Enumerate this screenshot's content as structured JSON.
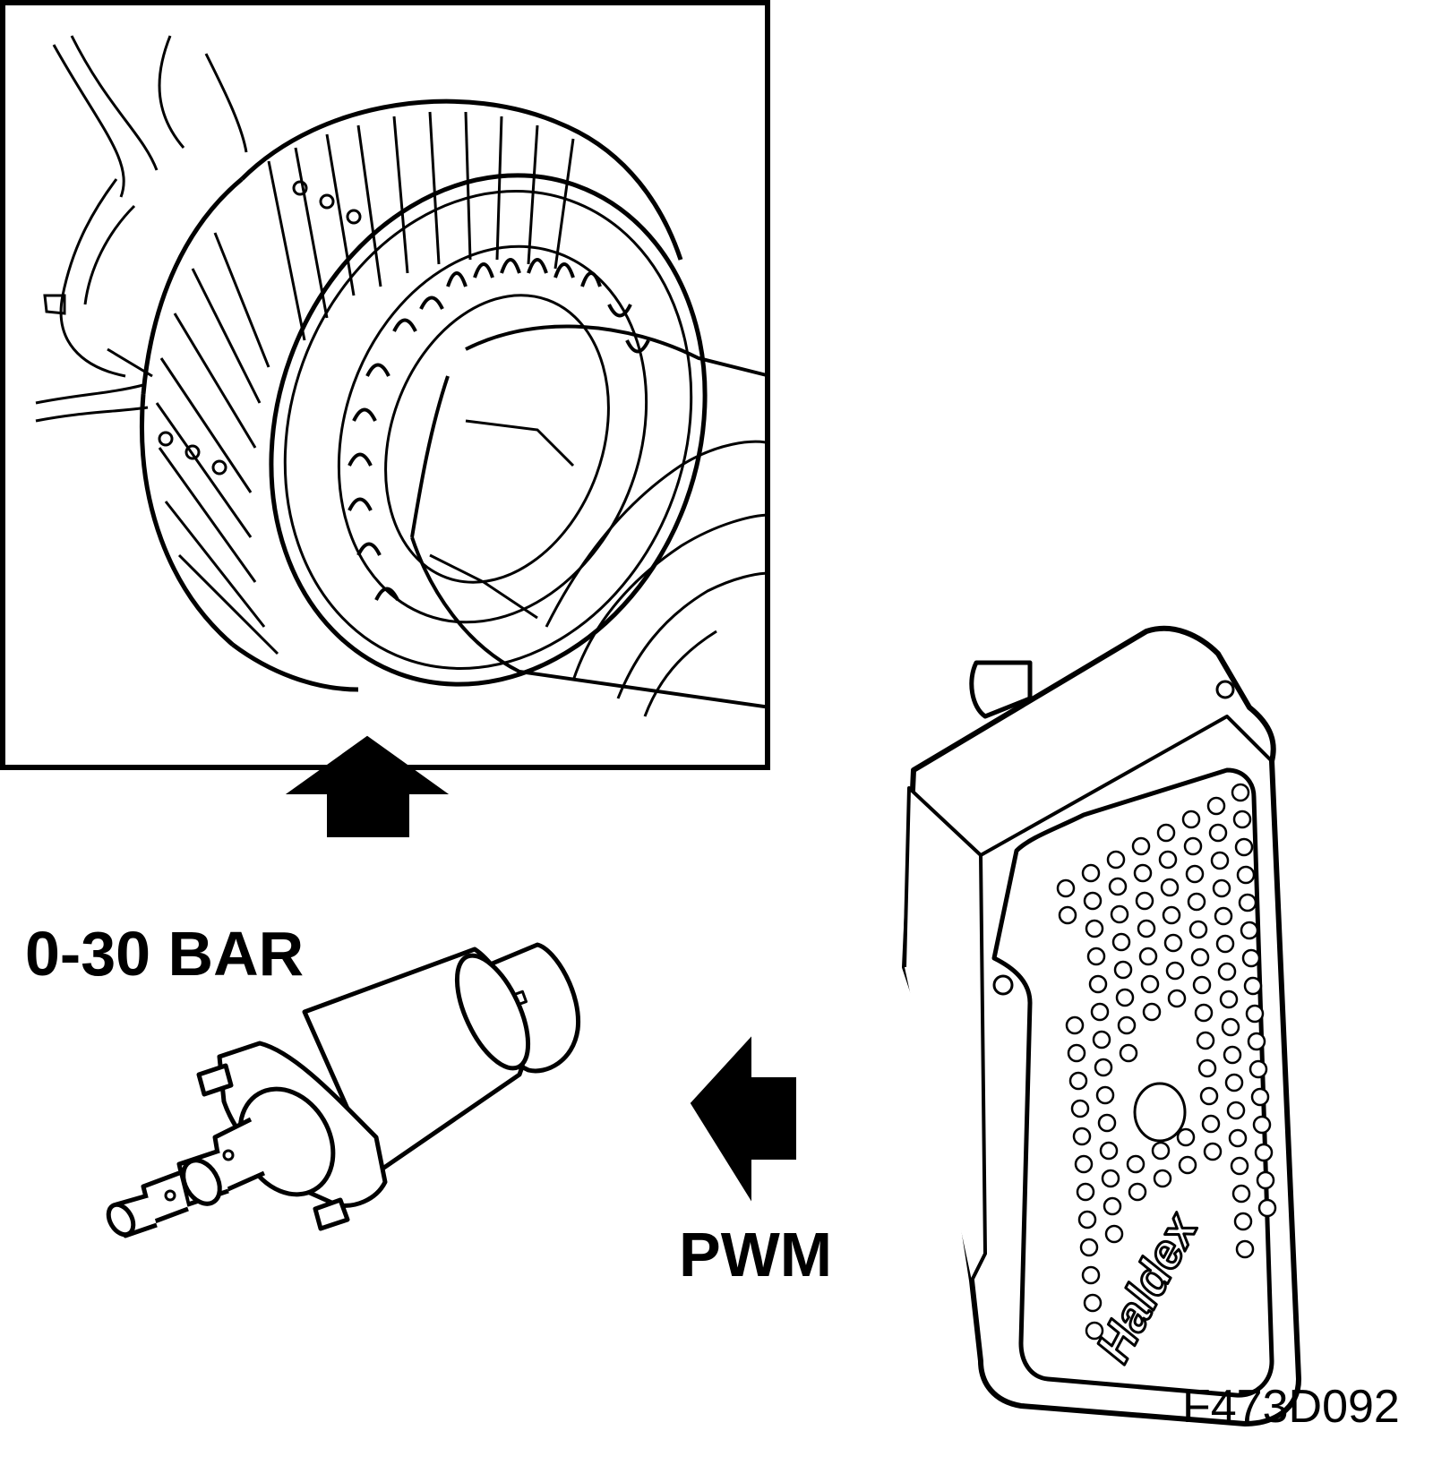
{
  "labels": {
    "pressure_range": "0-30 BAR",
    "signal": "PWM",
    "figure_code": "F473D092",
    "logo_text": "Haldex"
  },
  "colors": {
    "ink": "#000000",
    "paper": "#ffffff"
  }
}
